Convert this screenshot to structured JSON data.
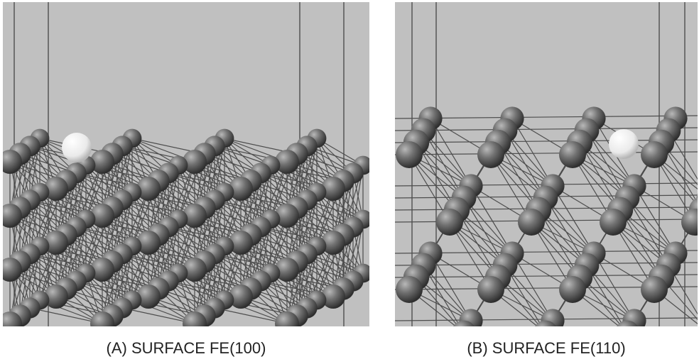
{
  "figure": {
    "panels": [
      {
        "id": "a",
        "caption": "(A) SURFACE FE(100)",
        "structure": "bcc Fe slab, (100) surface termination, with adsorbed atom",
        "atom_color": "#6a6a6a",
        "adsorbate_color": "#f4f4f4",
        "background_color": "#c0c0c0"
      },
      {
        "id": "b",
        "caption": "(B) SURFACE FE(110)",
        "structure": "bcc Fe slab, (110) surface termination, with adsorbed atom",
        "atom_color": "#6a6a6a",
        "adsorbate_color": "#f4f4f4",
        "background_color": "#c0c0c0"
      }
    ]
  }
}
